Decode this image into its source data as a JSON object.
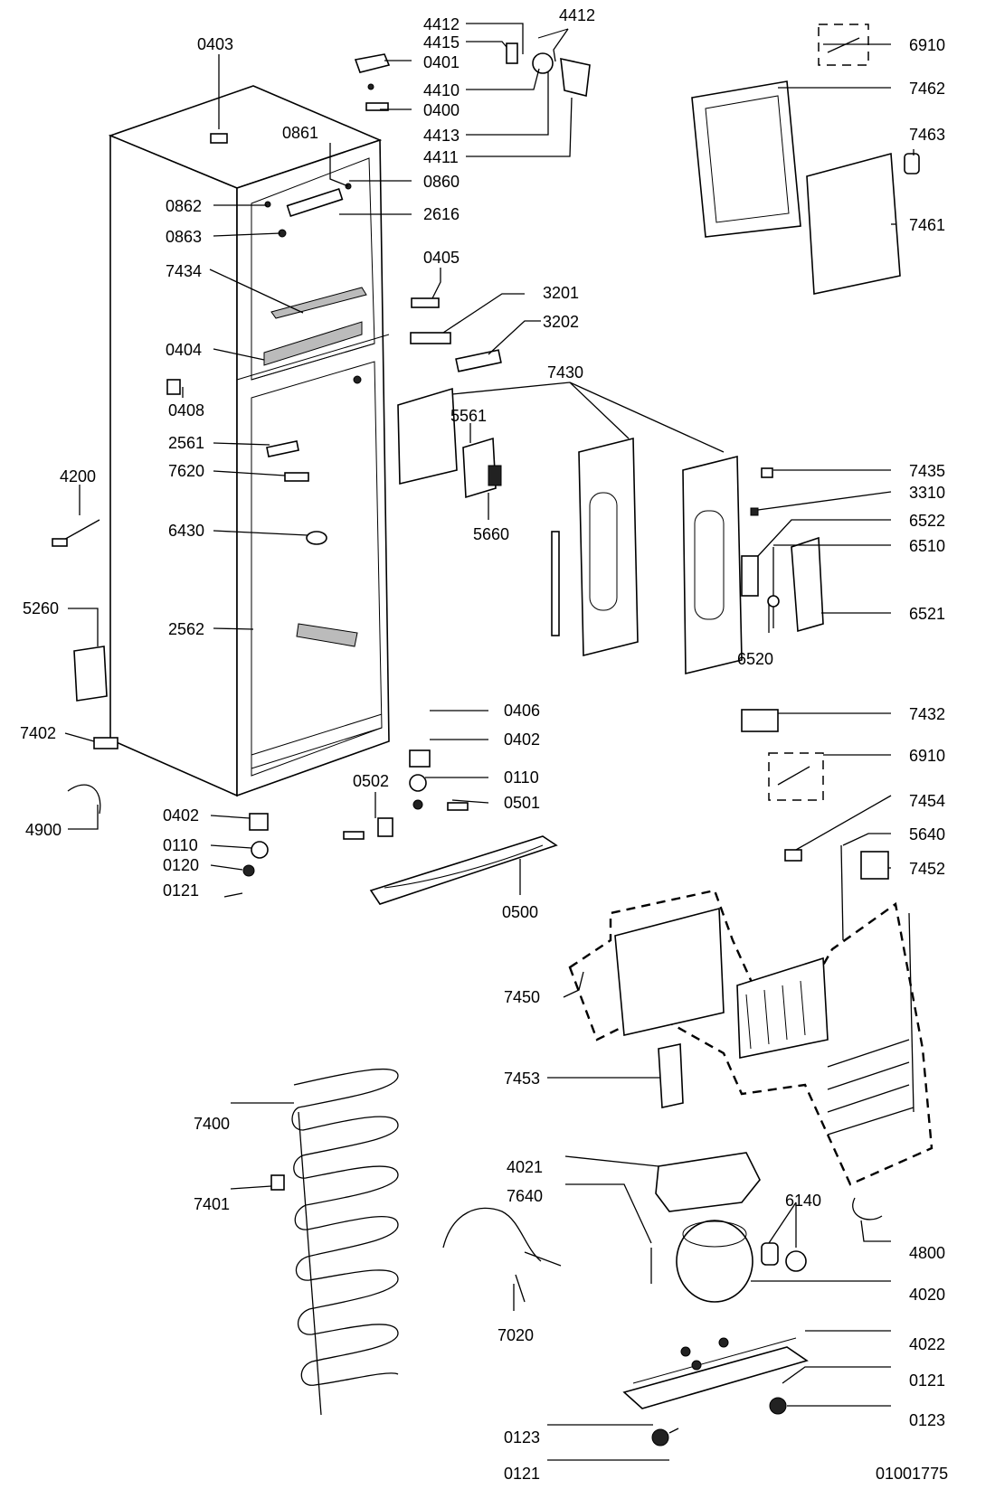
{
  "labels": {
    "l0403": "0403",
    "l4412a": "4412",
    "l4412b": "4412",
    "l4415": "4415",
    "l0401": "0401",
    "l4410": "4410",
    "l0400": "0400",
    "l4413": "4413",
    "l4411": "4411",
    "l0861": "0861",
    "l0860": "0860",
    "l0862": "0862",
    "l2616": "2616",
    "l0863": "0863",
    "l0405": "0405",
    "l7434": "7434",
    "l3201": "3201",
    "l3202": "3202",
    "l0404": "0404",
    "l0408": "0408",
    "l7430": "7430",
    "l5561": "5561",
    "l2561": "2561",
    "l7620": "7620",
    "l4200": "4200",
    "l5660": "5660",
    "l6430": "6430",
    "l5260": "5260",
    "l2562": "2562",
    "l7402": "7402",
    "l0406": "0406",
    "l0402a": "0402",
    "l4900": "4900",
    "l0502": "0502",
    "l0110a": "0110",
    "l0402b": "0402",
    "l0501": "0501",
    "l0110b": "0110",
    "l0120": "0120",
    "l0121a": "0121",
    "l0500": "0500",
    "l6910a": "6910",
    "l7462": "7462",
    "l7463": "7463",
    "l7461": "7461",
    "l7435": "7435",
    "l3310": "3310",
    "l6522": "6522",
    "l6510": "6510",
    "l6521": "6521",
    "l6520": "6520",
    "l7432": "7432",
    "l6910b": "6910",
    "l7454": "7454",
    "l5640": "5640",
    "l7452": "7452",
    "l7450": "7450",
    "l7453": "7453",
    "l7400": "7400",
    "l7401": "7401",
    "l4021": "4021",
    "l7640": "7640",
    "l6140": "6140",
    "l4800": "4800",
    "l4020": "4020",
    "l7020": "7020",
    "l4022": "4022",
    "l0121b": "0121",
    "l0123a": "0123",
    "l0123b": "0123",
    "l0121c": "0121"
  },
  "drawing_number": "01001775"
}
